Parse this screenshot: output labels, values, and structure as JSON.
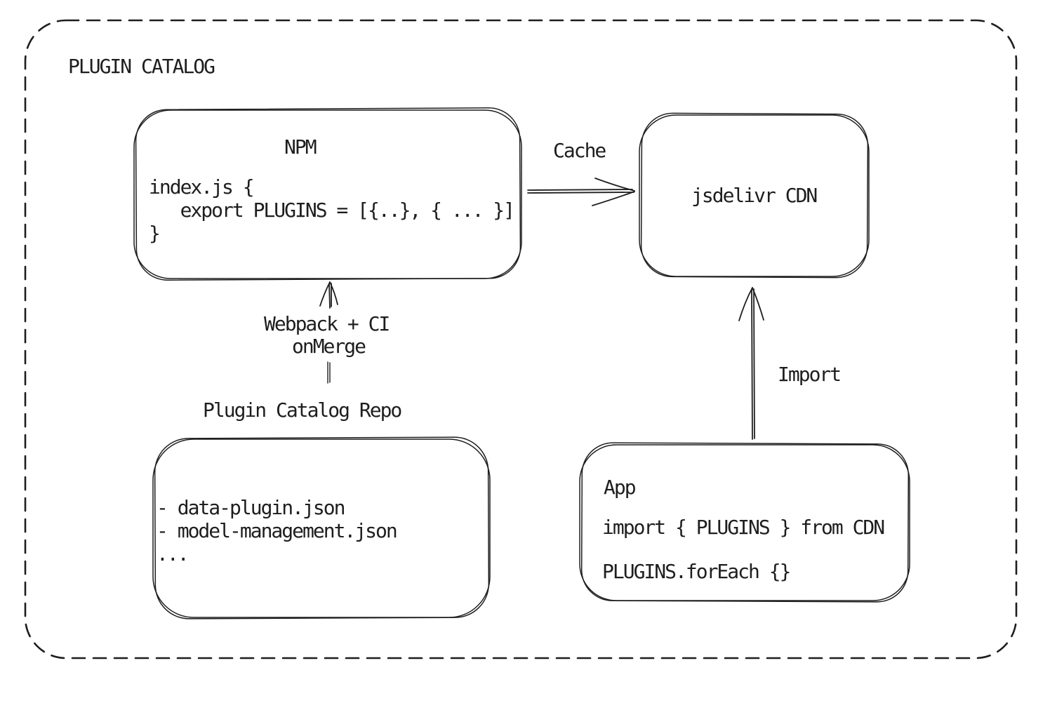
{
  "title": "PLUGIN CATALOG",
  "colors": {
    "ink": "#1e1e1e",
    "background": "#ffffff"
  },
  "nodes": {
    "npm": {
      "title": "NPM",
      "code": [
        "index.js {",
        "   export PLUGINS = [{..}, { ... }]",
        "}"
      ]
    },
    "cdn": {
      "title": "jsdelivr CDN"
    },
    "repo": {
      "title": "Plugin Catalog Repo",
      "files": [
        "- data-plugin.json",
        "- model-management.json",
        "..."
      ]
    },
    "app": {
      "title": "App",
      "code": [
        "import { PLUGINS } from CDN",
        "PLUGINS.forEach {}"
      ]
    }
  },
  "edges": {
    "cache": {
      "label": "Cache",
      "from": "NPM",
      "to": "jsdelivr CDN"
    },
    "build": {
      "label_line1": "Webpack + CI",
      "label_line2": "onMerge",
      "from": "Plugin Catalog Repo",
      "to": "NPM"
    },
    "import": {
      "label": "Import",
      "from": "App",
      "to": "jsdelivr CDN"
    }
  }
}
